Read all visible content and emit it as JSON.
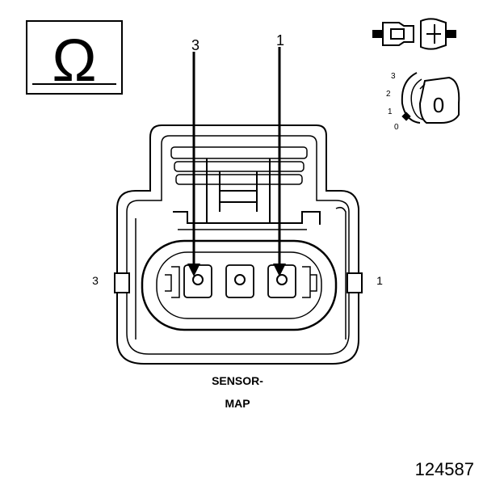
{
  "meter": {
    "symbol": "Ω"
  },
  "pins": {
    "left_top": "3",
    "right_top": "1",
    "left_side": "3",
    "right_side": "1"
  },
  "key": {
    "positions": [
      "3",
      "2",
      "1",
      "0"
    ],
    "glyph": "0"
  },
  "caption": {
    "line1": "SENSOR-",
    "line2": "MAP"
  },
  "figure_number": "124587"
}
